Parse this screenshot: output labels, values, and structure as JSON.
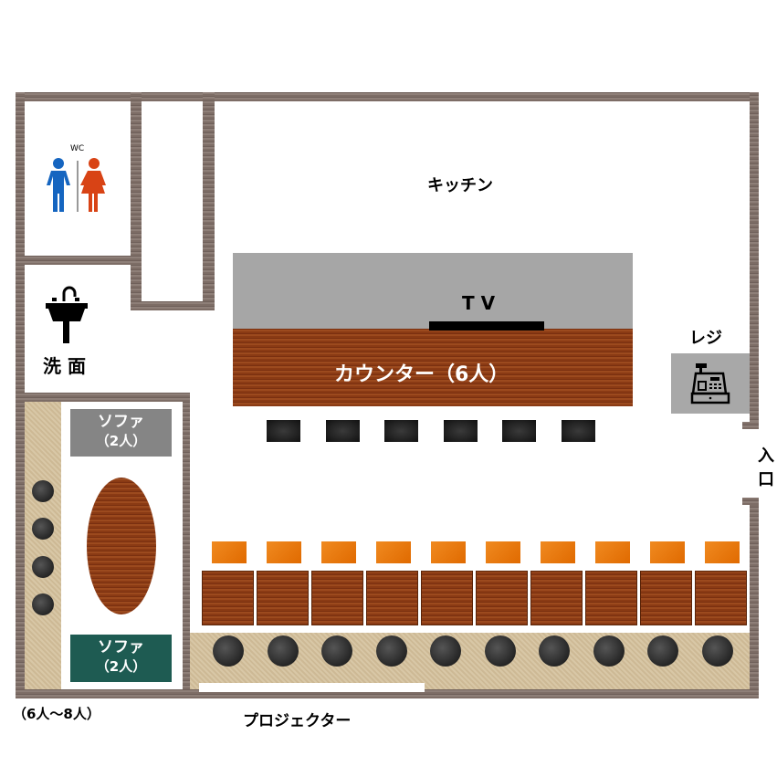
{
  "labels": {
    "wc": "WC",
    "sink": "洗 面",
    "kitchen": "キッチン",
    "tv": "T V",
    "counter": "カウンター（6人）",
    "register": "レジ",
    "entrance": "入口",
    "projector": "プロジェクター",
    "group": "（6人～8人）"
  },
  "sofas": [
    {
      "name": "ソファ",
      "capacity": "（2人）",
      "color": "#858585"
    },
    {
      "name": "ソファ",
      "capacity": "（2人）",
      "color": "#1e5b52"
    }
  ],
  "counter_stools": 6,
  "table_seats": 10,
  "wall_stools": 10,
  "left_stools": 4,
  "colors": {
    "wall": "#7d6d66",
    "counter_top": "#a6a6a6",
    "wood": "#8a3a14",
    "seat": "#f08a20",
    "register_bg": "#a8a8a8"
  }
}
